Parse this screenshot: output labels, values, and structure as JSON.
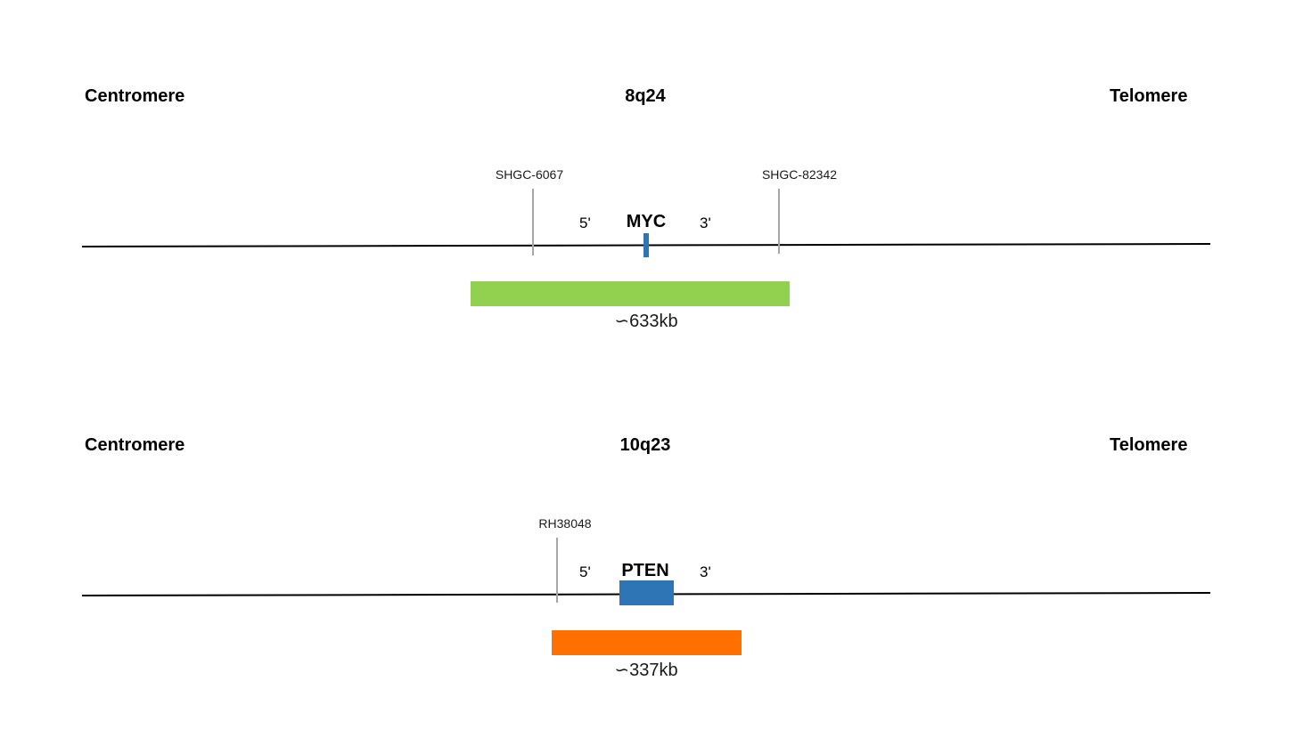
{
  "colors": {
    "gene": "#2e75b6",
    "marker_line": "#a6a6a6",
    "probe_myc": "#92d050",
    "probe_pten": "#ff7000"
  },
  "panels": [
    {
      "left_end": "Centromere",
      "band": "8q24",
      "right_end": "Telomere",
      "markers": [
        "SHGC-6067",
        "SHGC-82342"
      ],
      "five_prime": "5'",
      "gene": "MYC",
      "three_prime": "3'",
      "probe_size": "∽633kb"
    },
    {
      "left_end": "Centromere",
      "band": "10q23",
      "right_end": "Telomere",
      "markers": [
        "RH38048"
      ],
      "five_prime": "5'",
      "gene": "PTEN",
      "three_prime": "3'",
      "probe_size": "∽337kb"
    }
  ]
}
